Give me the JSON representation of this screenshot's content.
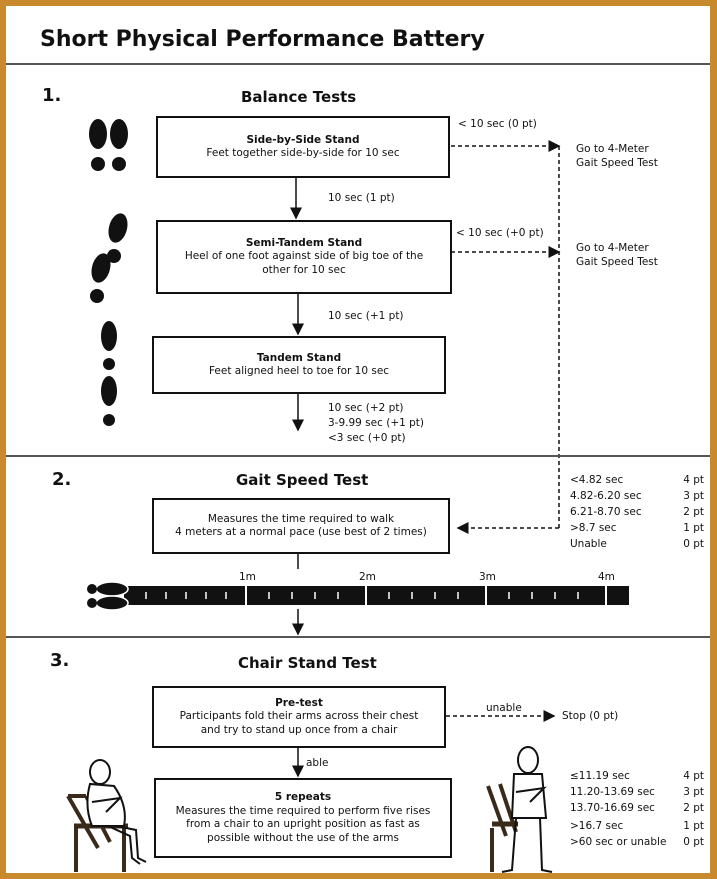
{
  "title": "Short Physical Performance Battery",
  "section1": {
    "number": "1.",
    "heading": "Balance Tests",
    "side_by_side": {
      "title": "Side-by-Side Stand",
      "desc": "Feet together side-by-side for 10 sec"
    },
    "fail1": "< 10 sec (0 pt)",
    "goto1": [
      "Go to 4-Meter",
      "Gait Speed Test"
    ],
    "pass1": "10 sec (1 pt)",
    "semi_tandem": {
      "title": "Semi-Tandem Stand",
      "desc": [
        "Heel of one foot against side of big toe of the",
        "other for 10 sec"
      ]
    },
    "fail2": "< 10 sec (+0 pt)",
    "goto2": [
      "Go to 4-Meter",
      "Gait Speed Test"
    ],
    "pass2": "10 sec (+1 pt)",
    "tandem": {
      "title": "Tandem Stand",
      "desc": "Feet aligned heel to toe for 10 sec"
    },
    "tandem_scores": [
      "10 sec (+2 pt)",
      "3-9.99 sec (+1 pt)",
      "<3 sec (+0 pt)"
    ]
  },
  "section2": {
    "number": "2.",
    "heading": "Gait Speed Test",
    "box": [
      "Measures the time required to walk",
      "4 meters at a normal pace (use best of 2 times)"
    ],
    "scores": [
      {
        "range": "<4.82 sec",
        "pts": "4 pt"
      },
      {
        "range": "4.82-6.20 sec",
        "pts": "3 pt"
      },
      {
        "range": "6.21-8.70 sec",
        "pts": "2 pt"
      },
      {
        "range": ">8.7 sec",
        "pts": "1 pt"
      },
      {
        "range": "Unable",
        "pts": "0 pt"
      }
    ],
    "track_marks": [
      "1m",
      "2m",
      "3m",
      "4m"
    ]
  },
  "section3": {
    "number": "3.",
    "heading": "Chair Stand Test",
    "pretest": {
      "title": "Pre-test",
      "desc": [
        "Participants fold their arms across their chest",
        "and try to stand up once from a chair"
      ]
    },
    "unable": "unable",
    "stop": "Stop (0 pt)",
    "able": "able",
    "repeats": {
      "title": "5 repeats",
      "desc": [
        "Measures the time required to perform five rises",
        "from a chair to an upright position as fast as",
        "possible without the use of the arms"
      ]
    },
    "scores": [
      {
        "range": "≤11.19 sec",
        "pts": "4 pt"
      },
      {
        "range": "11.20-13.69 sec",
        "pts": "3 pt"
      },
      {
        "range": "13.70-16.69 sec",
        "pts": "2 pt"
      },
      {
        "range": ">16.7 sec",
        "pts": "1 pt"
      },
      {
        "range": ">60 sec or unable",
        "pts": "0 pt"
      }
    ]
  }
}
